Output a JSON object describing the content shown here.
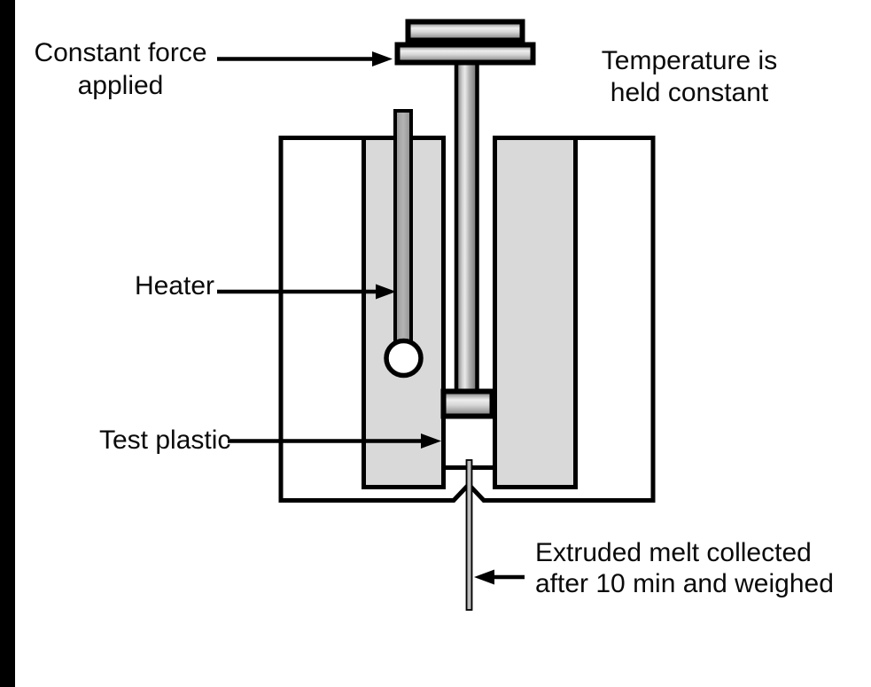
{
  "labels": {
    "constant_force": {
      "line1": "Constant force",
      "line2": "applied"
    },
    "temperature": {
      "line1": "Temperature is",
      "line2": "held constant"
    },
    "heater": "Heater",
    "test_plastic": "Test plastic",
    "extruded_melt": {
      "line1": "Extruded melt collected",
      "line2": "after 10 min and weighed"
    }
  },
  "colors": {
    "background": "#ffffff",
    "sidebar": "#000000",
    "outline": "#000000",
    "text": "#0a0a0a",
    "heated_block_fill": "#d9d9d9",
    "metal_highlight": "#ededed",
    "metal_mid": "#a8a8a8",
    "metal_dark": "#747474",
    "thermometer_stem": "#a6a6a6",
    "thermometer_bulb": "#ffffff",
    "strand_fill": "#b3b3b3"
  }
}
